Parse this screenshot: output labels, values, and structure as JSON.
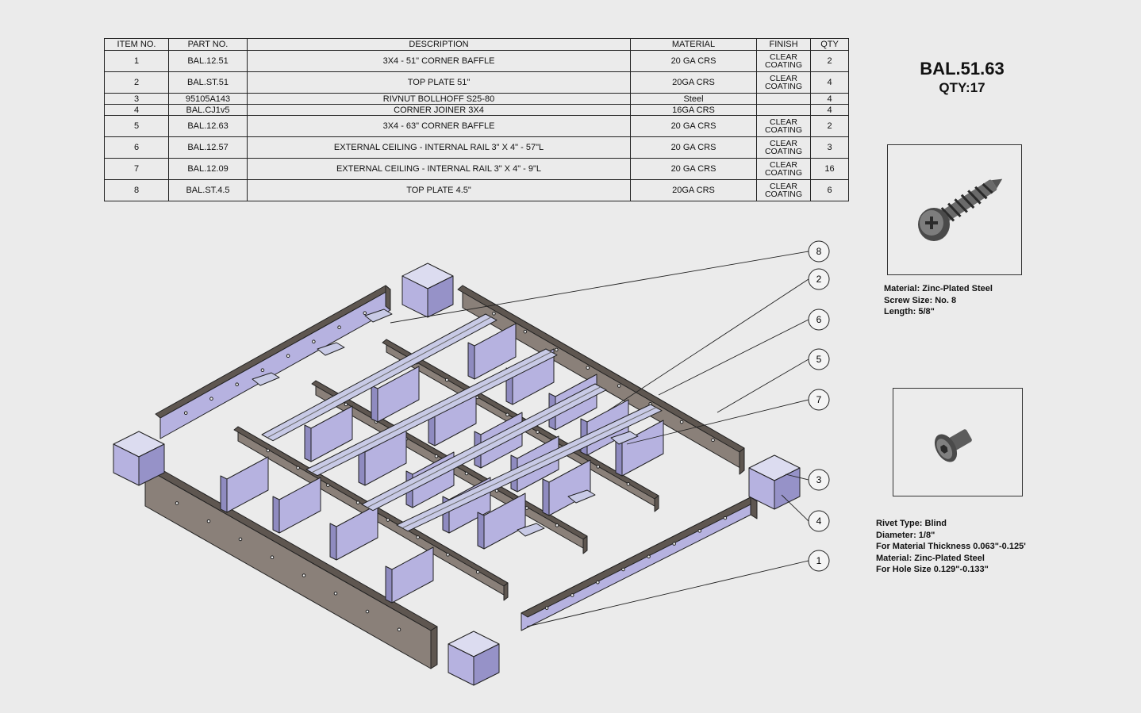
{
  "bom": {
    "headers": [
      "ITEM NO.",
      "PART NO.",
      "DESCRIPTION",
      "MATERIAL",
      "FINISH",
      "QTY"
    ],
    "rows": [
      {
        "item": "1",
        "part": "BAL.12.51",
        "desc": "3X4 - 51\" CORNER BAFFLE",
        "material": "20 GA CRS",
        "finish": [
          "CLEAR",
          "COATING"
        ],
        "qty": "2"
      },
      {
        "item": "2",
        "part": "BAL.ST.51",
        "desc": "TOP PLATE 51\"",
        "material": "20GA CRS",
        "finish": [
          "CLEAR",
          "COATING"
        ],
        "qty": "4"
      },
      {
        "item": "3",
        "part": "95105A143",
        "desc": "RIVNUT BOLLHOFF S25-80",
        "material": "Steel",
        "finish": [],
        "qty": "4"
      },
      {
        "item": "4",
        "part": "BAL.CJ1v5",
        "desc": "CORNER JOINER 3X4",
        "material": "16GA CRS",
        "finish": [],
        "qty": "4"
      },
      {
        "item": "5",
        "part": "BAL.12.63",
        "desc": "3X4 - 63\" CORNER BAFFLE",
        "material": "20 GA CRS",
        "finish": [
          "CLEAR",
          "COATING"
        ],
        "qty": "2"
      },
      {
        "item": "6",
        "part": "BAL.12.57",
        "desc": "EXTERNAL CEILING - INTERNAL RAIL 3\" X 4\" - 57\"L",
        "material": "20 GA CRS",
        "finish": [
          "CLEAR",
          "COATING"
        ],
        "qty": "3"
      },
      {
        "item": "7",
        "part": "BAL.12.09",
        "desc": "EXTERNAL CEILING - INTERNAL RAIL 3\" X 4\" - 9\"L",
        "material": "20 GA CRS",
        "finish": [
          "CLEAR",
          "COATING"
        ],
        "qty": "16"
      },
      {
        "item": "8",
        "part": "BAL.ST.4.5",
        "desc": "TOP PLATE 4.5\"",
        "material": "20GA CRS",
        "finish": [
          "CLEAR",
          "COATING"
        ],
        "qty": "6"
      }
    ]
  },
  "title": {
    "part": "BAL.51.63",
    "qty": "QTY:17"
  },
  "screw": {
    "lines": [
      "Material: Zinc-Plated Steel",
      "Screw Size: No. 8",
      "Length: 5/8\""
    ]
  },
  "rivet": {
    "lines": [
      "Rivet Type: Blind",
      "Diameter: 1/8\"",
      "For Material Thickness 0.063\"-0.125'",
      "Material: Zinc-Plated Steel",
      "For Hole Size 0.129\"-0.133\""
    ]
  },
  "callouts": [
    "8",
    "2",
    "6",
    "5",
    "7",
    "3",
    "4",
    "1"
  ],
  "colors": {
    "rail": "#8a8079",
    "rail_dark": "#5e5650",
    "baffle": "#b6b2e0",
    "plate": "#c8cae6",
    "line": "#222222"
  }
}
